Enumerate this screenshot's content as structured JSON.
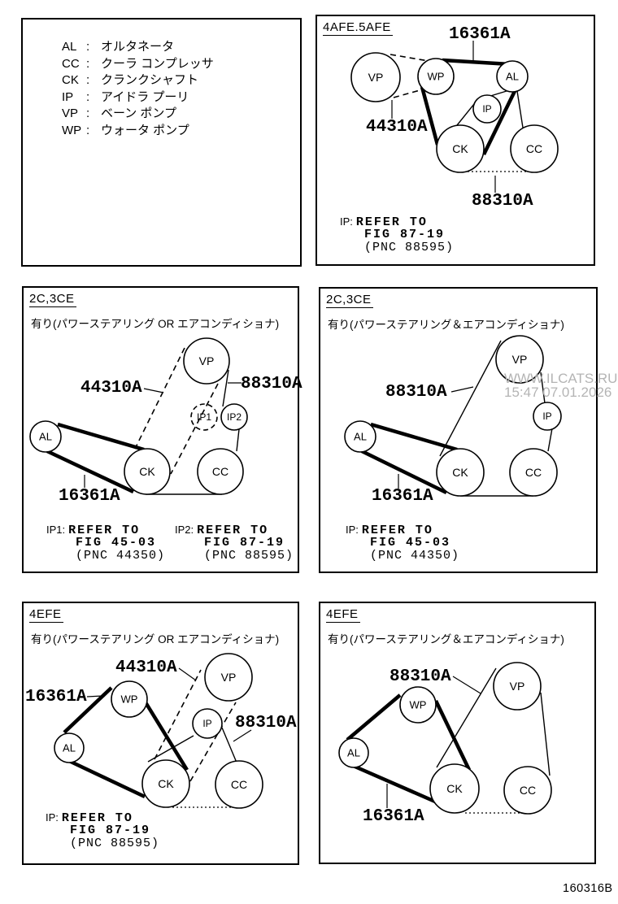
{
  "page": {
    "figure_code": "160316B"
  },
  "watermark": {
    "line1": "WWW.ILCATS.RU",
    "line2": "15:47 07.01.2026"
  },
  "legend": {
    "items": [
      {
        "abbr": "AL",
        "colon": ":",
        "desc": "オルタネータ"
      },
      {
        "abbr": "CC",
        "colon": ":",
        "desc": "クーラ コンプレッサ"
      },
      {
        "abbr": "CK",
        "colon": ":",
        "desc": "クランクシャフト"
      },
      {
        "abbr": "IP",
        "colon": ":",
        "desc": "アイドラ プーリ"
      },
      {
        "abbr": "VP",
        "colon": ":",
        "desc": "ベーン ポンプ"
      },
      {
        "abbr": "WP",
        "colon": ":",
        "desc": "ウォータ ポンプ"
      }
    ]
  },
  "panels": [
    {
      "header": "4AFE.5AFE",
      "pulleys": {
        "vp": "VP",
        "wp": "WP",
        "al": "AL",
        "ip": "IP",
        "ck": "CK",
        "cc": "CC"
      },
      "labels": {
        "belt1": "16361A",
        "belt2": "44310A",
        "belt3": "88310A"
      },
      "note": {
        "prefix": "IP:",
        "line1": "REFER TO",
        "line2": "FIG 87-19",
        "line3": "(PNC 88595)"
      }
    },
    {
      "header": "2C,3CE",
      "subtitle": "有り(パワーステアリング OR エアコンディショナ)",
      "pulleys": {
        "vp": "VP",
        "ip1": "IP1",
        "ip2": "IP2",
        "al": "AL",
        "ck": "CK",
        "cc": "CC"
      },
      "labels": {
        "belt1": "16361A",
        "belt2": "44310A",
        "belt3": "88310A"
      },
      "note1": {
        "prefix": "IP1:",
        "line1": "REFER TO",
        "line2": "FIG 45-03",
        "line3": "(PNC 44350)"
      },
      "note2": {
        "prefix": "IP2:",
        "line1": "REFER TO",
        "line2": "FIG 87-19",
        "line3": "(PNC 88595)"
      }
    },
    {
      "header": "2C,3CE",
      "subtitle": "有り(パワーステアリング＆エアコンディショナ)",
      "pulleys": {
        "vp": "VP",
        "ip": "IP",
        "al": "AL",
        "ck": "CK",
        "cc": "CC"
      },
      "labels": {
        "belt1": "16361A",
        "belt3": "88310A"
      },
      "note": {
        "prefix": "IP:",
        "line1": "REFER TO",
        "line2": "FIG 45-03",
        "line3": "(PNC 44350)"
      }
    },
    {
      "header": "4EFE",
      "subtitle": "有り(パワーステアリング OR エアコンディショナ)",
      "pulleys": {
        "wp": "WP",
        "vp": "VP",
        "ip": "IP",
        "al": "AL",
        "ck": "CK",
        "cc": "CC"
      },
      "labels": {
        "belt1": "16361A",
        "belt2": "44310A",
        "belt3": "88310A"
      },
      "note": {
        "prefix": "IP:",
        "line1": "REFER TO",
        "line2": "FIG 87-19",
        "line3": "(PNC 88595)"
      }
    },
    {
      "header": "4EFE",
      "subtitle": "有り(パワーステアリング＆エアコンディショナ)",
      "pulleys": {
        "wp": "WP",
        "vp": "VP",
        "al": "AL",
        "ck": "CK",
        "cc": "CC"
      },
      "labels": {
        "belt1": "16361A",
        "belt3": "88310A"
      }
    }
  ]
}
